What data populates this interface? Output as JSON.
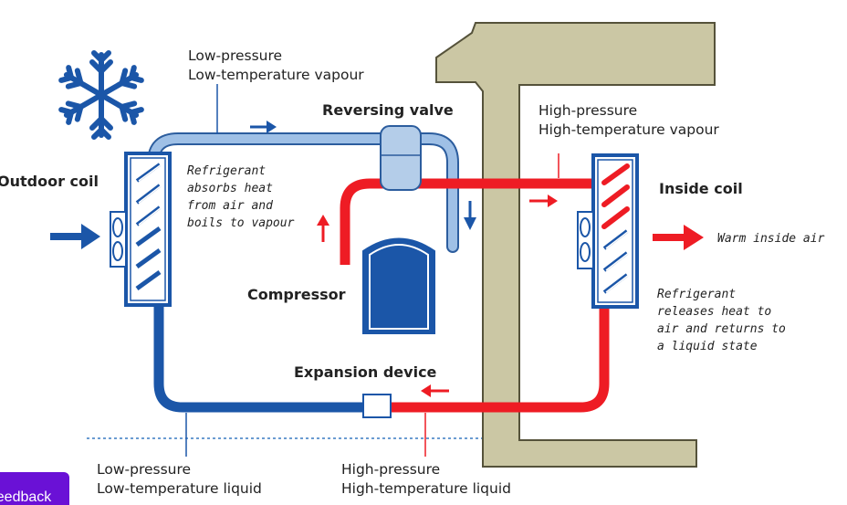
{
  "labels": {
    "outdoor_coil": "Outdoor coil",
    "inside_coil": "Inside coil",
    "reversing_valve": "Reversing valve",
    "compressor": "Compressor",
    "expansion_device": "Expansion device",
    "warm_air": "Warm inside air"
  },
  "vapour_low": {
    "line1": "Low-pressure",
    "line2": "Low-temperature vapour"
  },
  "vapour_high": {
    "line1": "High-pressure",
    "line2": "High-temperature vapour"
  },
  "liquid_low": {
    "line1": "Low-pressure",
    "line2": "Low-temperature liquid"
  },
  "liquid_high": {
    "line1": "High-pressure",
    "line2": "High-temperature liquid"
  },
  "outdoor_note": [
    "Refrigerant",
    "absorbs heat",
    "from air and",
    "boils to vapour"
  ],
  "inside_note": [
    "Refrigerant",
    "releases heat to",
    "air and returns to",
    "a liquid state"
  ],
  "feedback_button": "Feedback",
  "colors": {
    "cold": "#1b56a8",
    "cold_light": "#9fc0e6",
    "hot": "#ee1c24",
    "wall": "#cbc7a4",
    "wall_edge": "#55523a"
  }
}
